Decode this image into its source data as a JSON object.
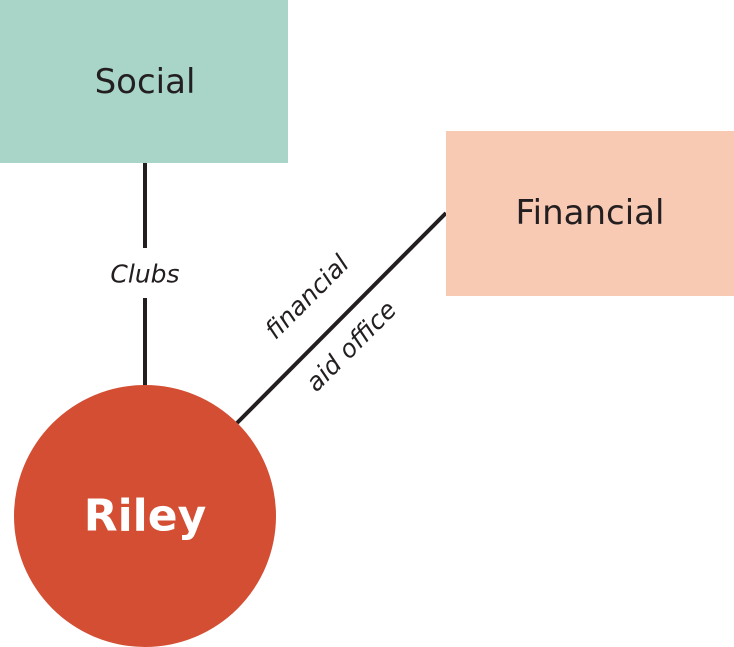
{
  "nodes": {
    "social": {
      "label": "Social",
      "color": "#a8d5c8"
    },
    "financial": {
      "label": "Financial",
      "color": "#f8c9b3"
    },
    "riley": {
      "label": "Riley",
      "color": "#d34e33"
    }
  },
  "edges": {
    "social_riley": {
      "label": "Clubs"
    },
    "financial_riley": {
      "label_line1": "financial",
      "label_line2": "aid office"
    }
  },
  "line_color": "#231f20"
}
